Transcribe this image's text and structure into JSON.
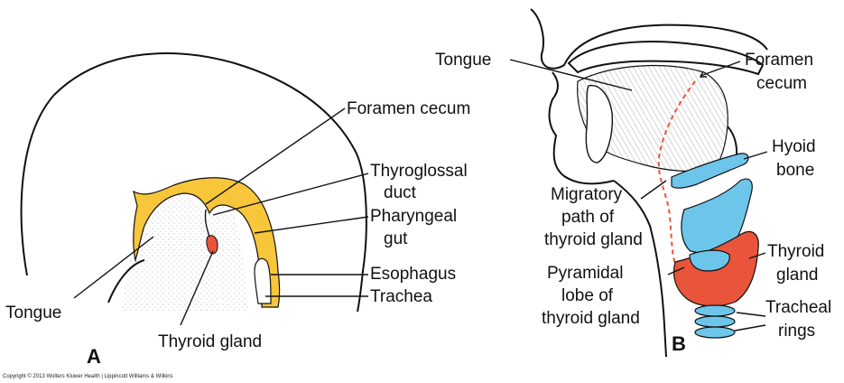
{
  "colors": {
    "gut_yellow": "#F7C63A",
    "thyroid_red": "#E8553A",
    "cartilage_blue": "#6EC5EA",
    "path_dash": "#E8553A"
  },
  "panel_a": {
    "letter": "A",
    "labels": {
      "foramen_cecum": "Foramen cecum",
      "thyroglossal_1": "Thyroglossal",
      "thyroglossal_2": "duct",
      "pharyngeal_1": "Pharyngeal",
      "pharyngeal_2": "gut",
      "esophagus": "Esophagus",
      "trachea": "Trachea",
      "tongue": "Tongue",
      "thyroid_gland": "Thyroid gland"
    }
  },
  "panel_b": {
    "letter": "B",
    "labels": {
      "tongue": "Tongue",
      "foramen_1": "Foramen",
      "foramen_2": "cecum",
      "hyoid_1": "Hyoid",
      "hyoid_2": "bone",
      "migratory_1": "Migratory",
      "migratory_2": "path of",
      "migratory_3": "thyroid gland",
      "pyramidal_1": "Pyramidal",
      "pyramidal_2": "lobe of",
      "pyramidal_3": "thyroid gland",
      "thyroid_1": "Thyroid",
      "thyroid_2": "gland",
      "tracheal_1": "Tracheal",
      "tracheal_2": "rings"
    }
  },
  "copyright": "Copyright © 2013 Wolters Kluwer Health | Lippincott Williams & Wilkins"
}
